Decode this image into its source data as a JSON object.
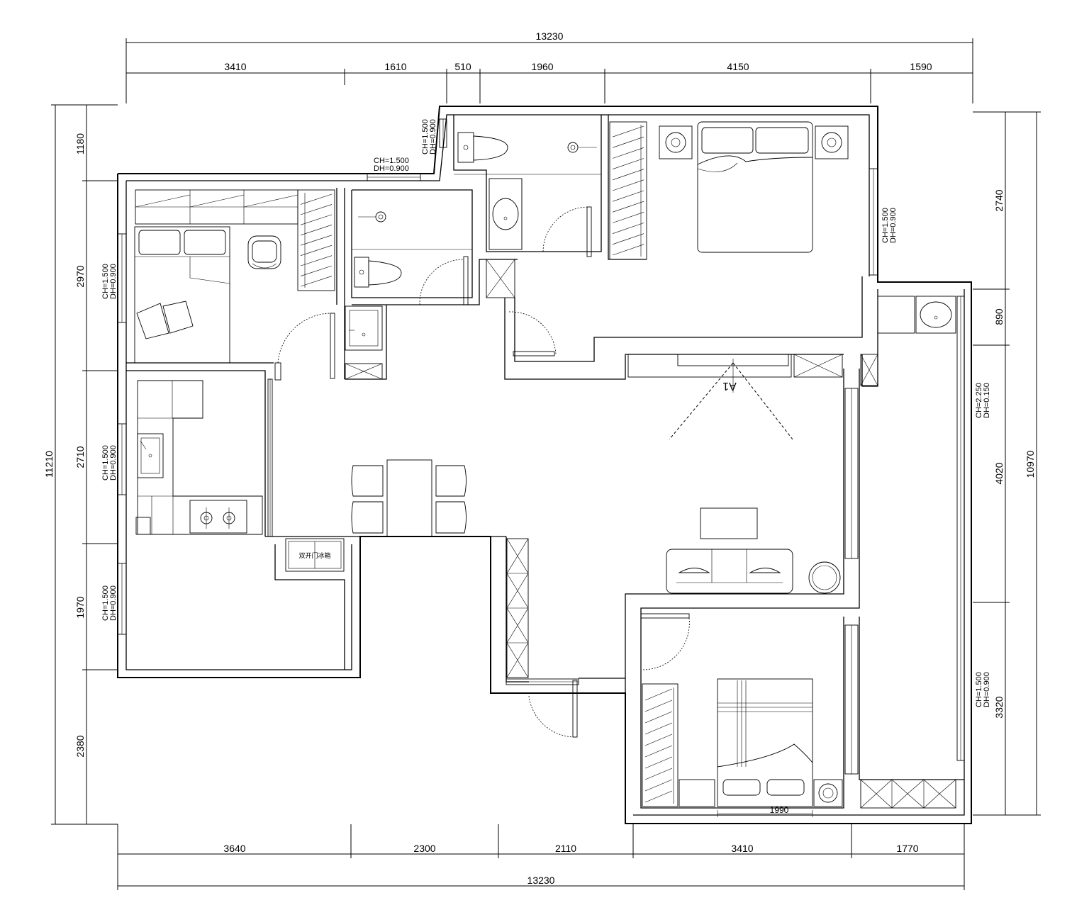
{
  "dimensions": {
    "top_total": "13230",
    "top": [
      "3410",
      "1610",
      "510",
      "1960",
      "4150",
      "1590"
    ],
    "bottom": [
      "3640",
      "2300",
      "2110",
      "3410",
      "1770"
    ],
    "bottom_total": "13230",
    "left_total": "11210",
    "left": [
      "1180",
      "2970",
      "2710",
      "1970",
      "2380"
    ],
    "right_total": "10970",
    "right": [
      "2740",
      "890",
      "4020",
      "3320"
    ],
    "bed_width": "1990"
  },
  "windows": {
    "ch": "CH=1.500",
    "dh": "DH=0.900",
    "ch_balcony": "CH=2.250",
    "dh_balcony": "DH=0.150"
  },
  "labels": {
    "tv_arrow": "A1",
    "fridge": "双开门冰箱"
  }
}
